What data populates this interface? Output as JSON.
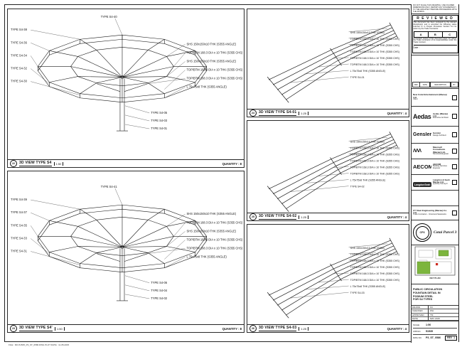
{
  "sheet": {
    "footer": "FILE : MO-51535_P3_ST_0586.DWG    PLOT DATE : 11-05-2015",
    "accent_green": "#7cb53d",
    "accent_red": "#cc2a1e"
  },
  "panels": [
    {
      "num": "22",
      "title": "3D VIEW TYPE S4",
      "scale": "1:50",
      "quantity": "QUANTITY : 8",
      "top_label": "TYPE S4-40",
      "left_labels": [
        "TYPE S4-38",
        "TYPE S4-36",
        "TYPE S4-34",
        "TYPE S4-32",
        "TYPE S4-30"
      ],
      "right_labels": [
        "SHS 150x150x10 THK (S355 ANGLE)",
        "TOP/BTM 168.3 DIA x 10 THK (S355 CHS)",
        "SHS 150x150x10 THK (S355 ANGLE)",
        "TOP/BTM 168.3 DIA x 10 THK (S355 CHS)",
        "TOP/BTM 168.3 DIA x 10 THK (S355 CHS)",
        "L 75x75x8 THK (S355 ANGLE)"
      ],
      "bottom_labels": [
        "TYPE S4-05",
        "TYPE S4-03",
        "TYPE S4-01"
      ]
    },
    {
      "num": "23",
      "title": "3D VIEW TYPE S4'",
      "scale": "1:50",
      "quantity": "QUANTITY : 8",
      "top_label": "TYPE S4-41",
      "left_labels": [
        "TYPE S4-39",
        "TYPE S4-37",
        "TYPE S4-35",
        "TYPE S4-33",
        "TYPE S4-31"
      ],
      "right_labels": [
        "SHS 150x150x10 THK (S355 ANGLE)",
        "TOP/BTM 168.3 DIA x 10 THK (S355 CHS)",
        "SHS 150x150x10 THK (S355 ANGLE)",
        "TOP/BTM 168.3 DIA x 10 THK (S355 CHS)",
        "TOP/BTM 168.3 DIA x 10 THK (S355 CHS)",
        "L 75x75x8 THK (S355 ANGLE)"
      ],
      "bottom_labels": [
        "TYPE S4-06",
        "TYPE S4-04",
        "TYPE S4-02"
      ]
    },
    {
      "num": "24",
      "title": "3D VIEW TYPE S4-01",
      "scale": "1:25",
      "quantity": "QUANTITY : 4",
      "labels": [
        "SHS 150x150x10 THK (S355)",
        "TOP/BTM 168.3 DIA x 10 THK (S355 CHS)",
        "TOP/BTM 168.3 DIA x 10 THK (S355 CHS)",
        "TOP/BTM 168.3 DIA x 10 THK (S355 CHS)",
        "TOP/BTM 168.3 DIA x 10 THK (S355 CHS)",
        "TOP/BTM 168.3 DIA x 10 THK (S355 CHS)",
        "L 75x75x8 THK (S355 ANGLE)",
        "TYPE S4-01"
      ]
    },
    {
      "num": "25",
      "title": "3D VIEW TYPE S4-02",
      "scale": "1:25",
      "quantity": "QUANTITY : 4",
      "labels": [
        "SHS 150x150x10 THK (S355)",
        "TOP/BTM 168.3 DIA x 10 THK (S355 CHS)",
        "TOP/BTM 168.3 DIA x 10 THK (S355 CHS)",
        "TOP/BTM 168.3 DIA x 10 THK (S355 CHS)",
        "TOP/BTM 168.3 DIA x 10 THK (S355 CHS)",
        "TOP/BTM 168.3 DIA x 10 THK (S355 CHS)",
        "L 75x75x8 THK (S355 ANGLE)",
        "TYPE S4-02"
      ]
    },
    {
      "num": "26",
      "title": "3D VIEW TYPE S4-03",
      "scale": "1:25",
      "quantity": "QUANTITY : 4",
      "labels": [
        "SHS 150x150x10 THK (S355)",
        "TOP/BTM 168.3 DIA x 10 THK (S355 CHS)",
        "TOP/BTM 168.3 DIA x 10 THK (S355 CHS)",
        "TOP/BTM 168.3 DIA x 10 THK (S355 CHS)",
        "TOP/BTM 168.3 DIA x 10 THK (S355 CHS)",
        "TOP/BTM 168.3 DIA x 10 THK (S355 CHS)",
        "L 75x75x8 THK (S355 ANGLE)",
        "TYPE S4-03"
      ]
    }
  ],
  "titleblock": {
    "top_note": "DO NOT SCALE THIS DRAWING. USE FIGURED DIMENSIONS ONLY. REPORT ANY DISCREPANCY TO THE ARCHITECT BEFORE PROCEEDING WITH THE WORKS.",
    "reviewed": {
      "title": "R E V I E W E D",
      "body": "This document has been reviewed by the relevant discipline(s) and is accorded the following status referred to in Project Procedure Section 5.4 for action by the Trade Contractor.",
      "cols": [
        "A",
        "B",
        "C"
      ],
      "note": "Consultant review of this document does not relieve the Trade Contractor of its responsibilities under the Trade Contract.",
      "date_label": "Date :"
    },
    "rev_cells": [
      "REV",
      "DATE",
      "DESCRIPTION",
      "BY"
    ],
    "firms": [
      {
        "logo": "",
        "name": "New Cotai Entertainment (Macau) Ltd.",
        "desc": "Client"
      },
      {
        "logo": "Aedas",
        "name": "Aedas (Macau) Ltd.",
        "desc": "Executive Architect"
      },
      {
        "logo": "Gensler",
        "name": "Gensler",
        "desc": "Design Architect"
      },
      {
        "logo": "ΛΛΛ",
        "name": "Maunsell Consultants (Macau) Ltd.",
        "desc": "Structural Engineer"
      },
      {
        "logo": "AECOM",
        "name": "AECOM",
        "desc": "Building Services Engineer"
      },
      {
        "logo": "LangdonSeah",
        "name": "Langdon & Seah Macau Ltd.",
        "desc": "Quantity Surveyor"
      }
    ],
    "contractor": {
      "name": "CT Steel Engineering (Macau) Co. Ltd.",
      "desc": "Trade Contractor – Structural Steelworks"
    },
    "seal": {
      "abbr": "CP3",
      "text": "Cotai Parcel 3"
    },
    "keyplan": {
      "label": "KEY PLAN"
    },
    "project": {
      "lines": [
        "PUBLIC CIRCULATION",
        "FOUNTAIN DETAIL IN",
        "PODIUM STEEL",
        "FOR S4 TYPES"
      ]
    },
    "approvals": [
      {
        "label": "DRAWN",
        "value": "KC"
      },
      {
        "label": "CHECKED",
        "value": "WH"
      },
      {
        "label": "APPROVED",
        "value": "TM"
      },
      {
        "label": "DATE",
        "value": "MAY 2015"
      }
    ],
    "scale_row": {
      "label": "SCALE",
      "value": "1:50"
    },
    "job_row": {
      "label": "JOB NO.",
      "value": "51535"
    },
    "dwg_row": {
      "label": "DWG NO.",
      "value": "P3_ST_0586",
      "rev_label": "REV",
      "rev": "1"
    }
  }
}
